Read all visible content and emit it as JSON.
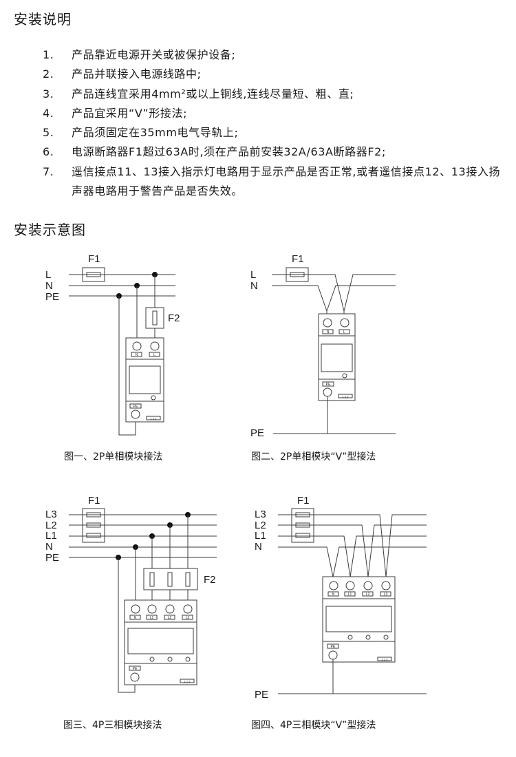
{
  "install_instructions": {
    "title": "安装说明",
    "items": [
      {
        "num": "1.",
        "text": "产品靠近电源开关或被保护设备;"
      },
      {
        "num": "2.",
        "text": "产品并联接入电源线路中;"
      },
      {
        "num": "3.",
        "text": "产品连线宜采用4mm²或以上铜线,连线尽量短、粗、直;"
      },
      {
        "num": "4.",
        "text": "产品宜采用“V”形接法;"
      },
      {
        "num": "5.",
        "text": "产品须固定在35mm电气导轨上;"
      },
      {
        "num": "6.",
        "text": "电源断路器F1超过63A时,须在产品前安装32A/63A断路器F2;"
      },
      {
        "num": "7.",
        "text": "遥信接点11、13接入指示灯电路用于显示产品是否正常,或者遥信接点12、13接入扬声器电路用于警告产品是否失效。"
      }
    ]
  },
  "diagrams_section": {
    "title": "安装示意图",
    "diagrams": [
      {
        "caption": "图一、2P单相模块接法",
        "fuse_main": "F1",
        "fuse_backup": "F2",
        "lines": [
          "L",
          "N",
          "PE"
        ],
        "terminals": [
          "N",
          "L"
        ],
        "pe_label": "PE",
        "remote_label": "1 2 3"
      },
      {
        "caption": "图二、2P单相模块“V”型接法",
        "fuse_main": "F1",
        "lines": [
          "L",
          "N"
        ],
        "pe_line": "PE",
        "terminals": [
          "N",
          "L"
        ],
        "pe_label": "PE",
        "remote_label": "1 2 3"
      },
      {
        "caption": "图三、4P三相模块接法",
        "fuse_main": "F1",
        "fuse_backup": "F2",
        "lines": [
          "L3",
          "L2",
          "L1",
          "N",
          "PE"
        ],
        "terminals": [
          "N",
          "L1",
          "L2",
          "L3"
        ],
        "pe_label": "PE",
        "remote_label": "1 2 3"
      },
      {
        "caption": "图四、4P三相模块“V”型接法",
        "fuse_main": "F1",
        "lines": [
          "L3",
          "L2",
          "L1",
          "N"
        ],
        "pe_line": "PE",
        "terminals": [
          "N",
          "L1",
          "L2",
          "L3"
        ],
        "pe_label": "PE",
        "remote_label": "1 2 3"
      }
    ]
  }
}
